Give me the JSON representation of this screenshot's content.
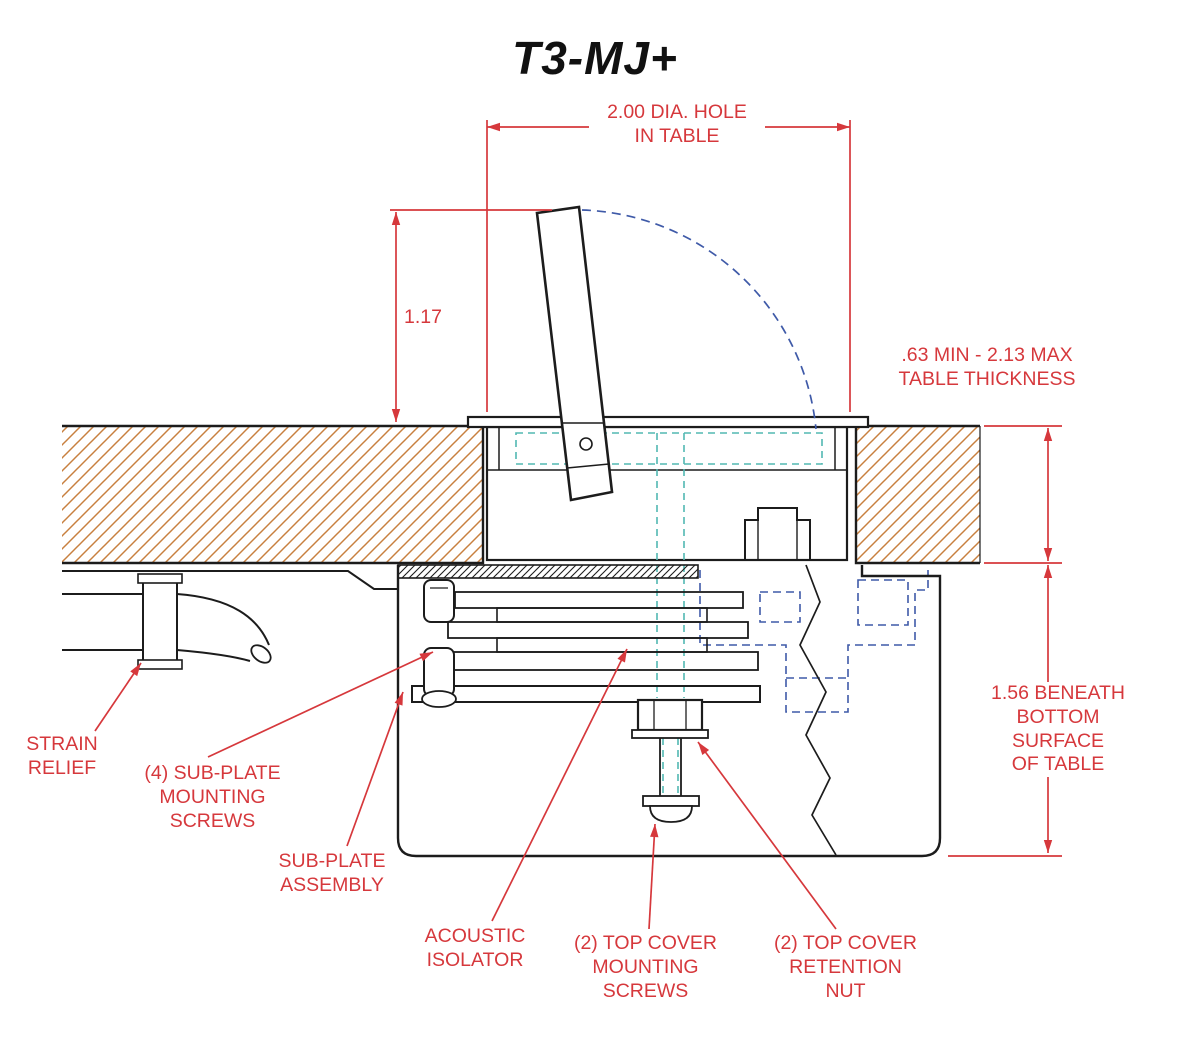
{
  "title": "T3-MJ+",
  "dimensions": {
    "hole_diameter": "2.00 DIA. HOLE\nIN TABLE",
    "lever_height": "1.17",
    "table_thickness": ".63 MIN - 2.13 MAX\nTABLE THICKNESS",
    "below_table": "1.56 BENEATH\nBOTTOM SURFACE\nOF TABLE"
  },
  "callouts": {
    "strain_relief": "STRAIN\nRELIEF",
    "subplate_screws": "(4) SUB-PLATE\nMOUNTING\nSCREWS",
    "subplate_assembly": "SUB-PLATE\nASSEMBLY",
    "acoustic_isolator": "ACOUSTIC\nISOLATOR",
    "top_cover_screws": "(2) TOP COVER\nMOUNTING\nSCREWS",
    "top_cover_nut": "(2) TOP COVER\nRETENTION\nNUT"
  },
  "colors": {
    "callout_red": "#d6383c",
    "table_hatch_orange": "#c8803f",
    "hidden_line_blue": "#3f5aa8",
    "hidden_line_teal": "#52b8b2",
    "drawing_black": "#1c1c1c"
  }
}
